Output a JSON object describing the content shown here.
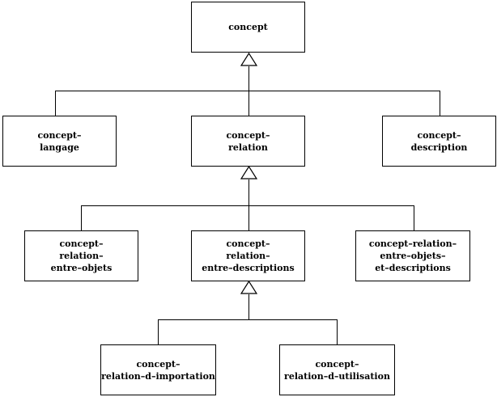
{
  "nodes": {
    "concept": {
      "lines": [
        "concept"
      ]
    },
    "concept_langage": {
      "lines": [
        "concept–",
        "langage"
      ]
    },
    "concept_relation": {
      "lines": [
        "concept–",
        "relation"
      ]
    },
    "concept_description": {
      "lines": [
        "concept–",
        "description"
      ]
    },
    "concept_relation_entre_objets": {
      "lines": [
        "concept–",
        "relation–",
        "entre–objets"
      ]
    },
    "concept_relation_entre_descriptions": {
      "lines": [
        "concept–",
        "relation–",
        "entre–descriptions"
      ]
    },
    "concept_relation_entre_objets_et_descriptions": {
      "lines": [
        "concept–relation–",
        "entre–objets–",
        "et–descriptions"
      ]
    },
    "concept_relation_d_importation": {
      "lines": [
        "concept–",
        "relation–d–importation"
      ]
    },
    "concept_relation_d_utilisation": {
      "lines": [
        "concept–",
        "relation–d–utilisation"
      ]
    }
  }
}
